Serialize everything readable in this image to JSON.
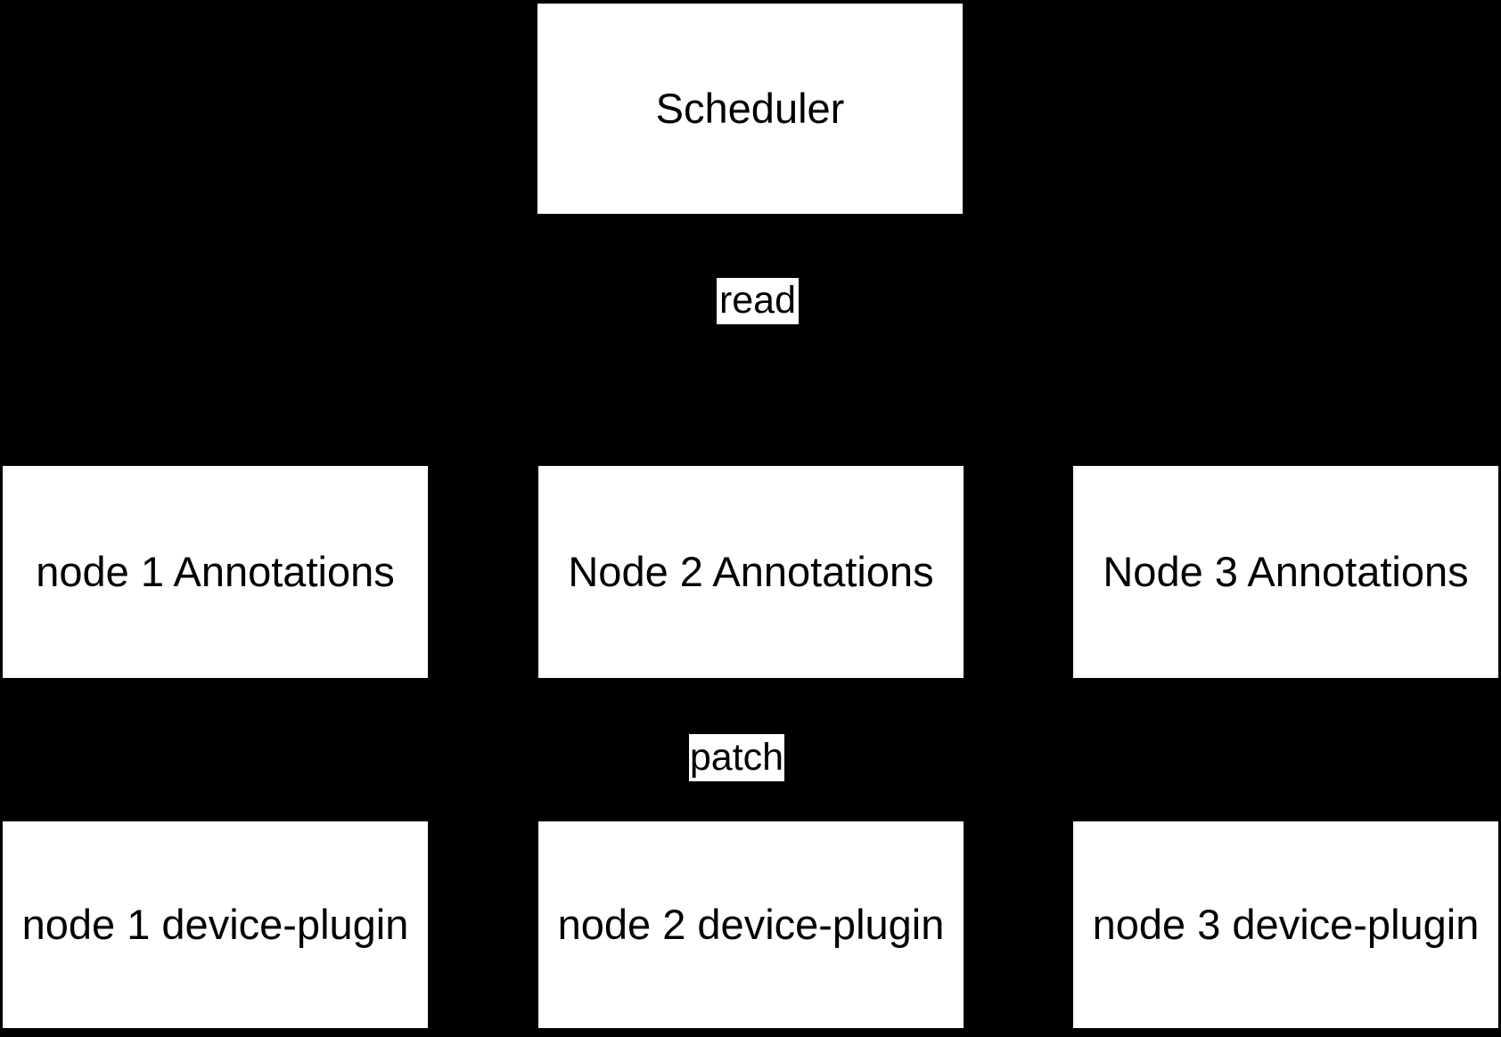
{
  "diagram": {
    "colors": {
      "background": "#000000",
      "node_fill": "#ffffff",
      "node_text": "#000000"
    },
    "scheduler": {
      "label": "Scheduler"
    },
    "edge_labels": {
      "read": "read",
      "patch": "patch"
    },
    "annotations_row": [
      {
        "label": "node 1 Annotations"
      },
      {
        "label": "Node 2 Annotations"
      },
      {
        "label": "Node 3 Annotations"
      }
    ],
    "device_plugin_row": [
      {
        "label": "node 1 device-plugin"
      },
      {
        "label": "node 2 device-plugin"
      },
      {
        "label": "node 3 device-plugin"
      }
    ]
  }
}
